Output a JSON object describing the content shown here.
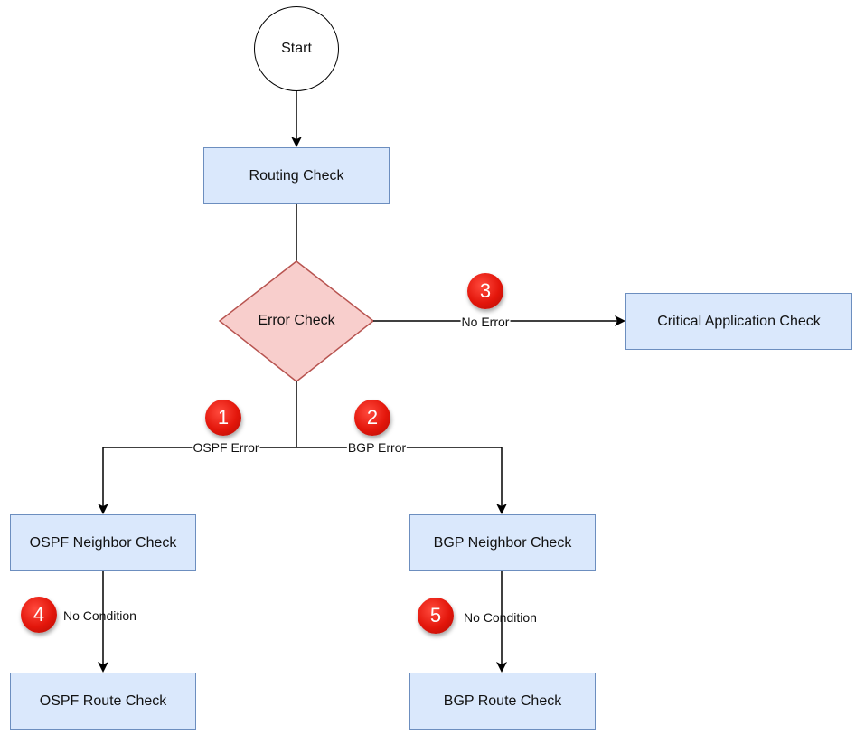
{
  "nodes": {
    "start": "Start",
    "routing_check": "Routing Check",
    "error_check": "Error Check",
    "critical_app_check": "Critical Application Check",
    "ospf_neighbor_check": "OSPF Neighbor Check",
    "bgp_neighbor_check": "BGP Neighbor Check",
    "ospf_route_check": "OSPF Route Check",
    "bgp_route_check": "BGP Route Check"
  },
  "edges": {
    "no_error": "No Error",
    "ospf_error": "OSPF Error",
    "bgp_error": "BGP Error",
    "ospf_no_condition": "No Condition",
    "bgp_no_condition": "No Condition"
  },
  "badges": {
    "one": "1",
    "two": "2",
    "three": "3",
    "four": "4",
    "five": "5"
  },
  "colors": {
    "box_fill": "#dae8fc",
    "box_border": "#6c8ebf",
    "diamond_fill": "#f8cecc",
    "diamond_border": "#b85450",
    "badge": "#e3160b"
  }
}
